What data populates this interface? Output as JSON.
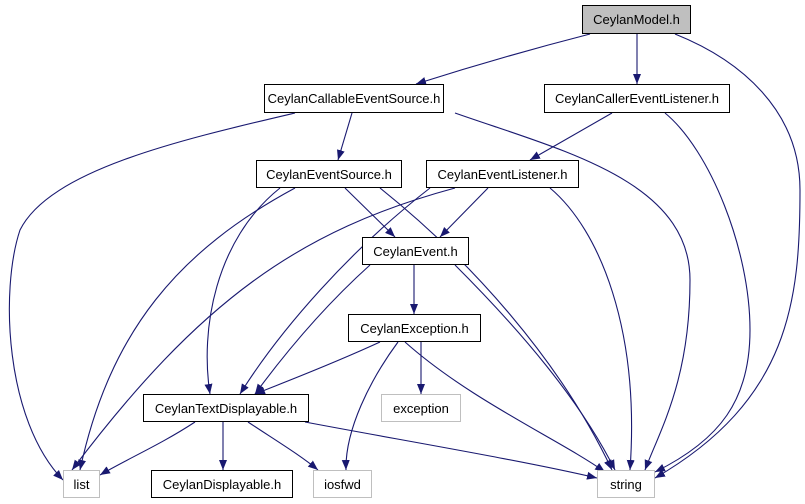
{
  "nodes": {
    "model": {
      "label": "CeylanModel.h"
    },
    "cces": {
      "label": "CeylanCallableEventSource.h"
    },
    "ccel": {
      "label": "CeylanCallerEventListener.h"
    },
    "ces": {
      "label": "CeylanEventSource.h"
    },
    "cel": {
      "label": "CeylanEventListener.h"
    },
    "ce": {
      "label": "CeylanEvent.h"
    },
    "cex": {
      "label": "CeylanException.h"
    },
    "ctd": {
      "label": "CeylanTextDisplayable.h"
    },
    "exc": {
      "label": "exception"
    },
    "list": {
      "label": "list"
    },
    "cd": {
      "label": "CeylanDisplayable.h"
    },
    "iosfwd": {
      "label": "iosfwd"
    },
    "string": {
      "label": "string"
    }
  },
  "edges": [
    [
      "model",
      "cces"
    ],
    [
      "model",
      "ccel"
    ],
    [
      "model",
      "string"
    ],
    [
      "cces",
      "list"
    ],
    [
      "cces",
      "ces"
    ],
    [
      "cces",
      "string"
    ],
    [
      "ccel",
      "cel"
    ],
    [
      "ccel",
      "string"
    ],
    [
      "ces",
      "list"
    ],
    [
      "ces",
      "ctd"
    ],
    [
      "ces",
      "ce"
    ],
    [
      "ces",
      "string"
    ],
    [
      "cel",
      "list"
    ],
    [
      "cel",
      "ctd"
    ],
    [
      "cel",
      "ce"
    ],
    [
      "cel",
      "string"
    ],
    [
      "ce",
      "ctd"
    ],
    [
      "ce",
      "cex"
    ],
    [
      "ce",
      "string"
    ],
    [
      "cex",
      "ctd"
    ],
    [
      "cex",
      "exc"
    ],
    [
      "cex",
      "iosfwd"
    ],
    [
      "cex",
      "string"
    ],
    [
      "ctd",
      "list"
    ],
    [
      "ctd",
      "cd"
    ],
    [
      "ctd",
      "iosfwd"
    ],
    [
      "ctd",
      "string"
    ]
  ],
  "colors": {
    "edge": "#191970",
    "root_fill": "#bfbfbf",
    "ext_border": "#bfbfbf"
  }
}
